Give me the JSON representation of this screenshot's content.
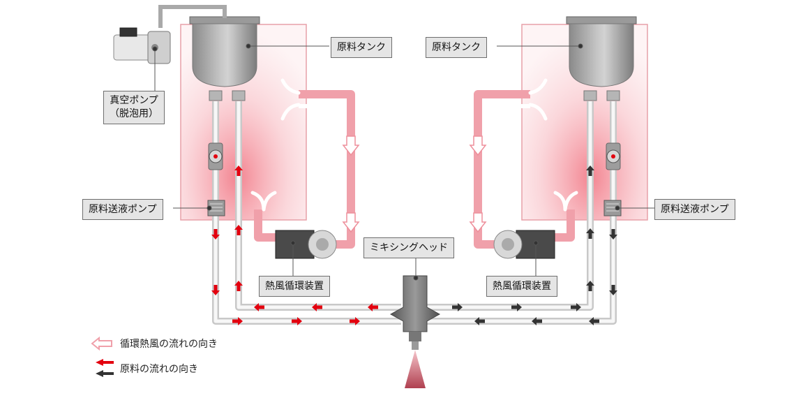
{
  "labels": {
    "tank_left": "原料タンク",
    "tank_right": "原料タンク",
    "vacuum_pump_line1": "真空ポンプ",
    "vacuum_pump_line2": "（脱泡用）",
    "feed_pump_left": "原料送液ポンプ",
    "feed_pump_right": "原料送液ポンプ",
    "mixing_head": "ミキシングヘッド",
    "hot_air_left": "熱風循環装置",
    "hot_air_right": "熱風循環装置"
  },
  "legend": {
    "hot_air_flow": "循環熱風の流れの向き",
    "material_flow": "原料の流れの向き"
  },
  "colors": {
    "hot_air": "#f4a3ad",
    "material_red": "#e3000f",
    "material_dark": "#333333",
    "label_bg": "#e5e5e5",
    "label_border": "#6e6e6e"
  }
}
